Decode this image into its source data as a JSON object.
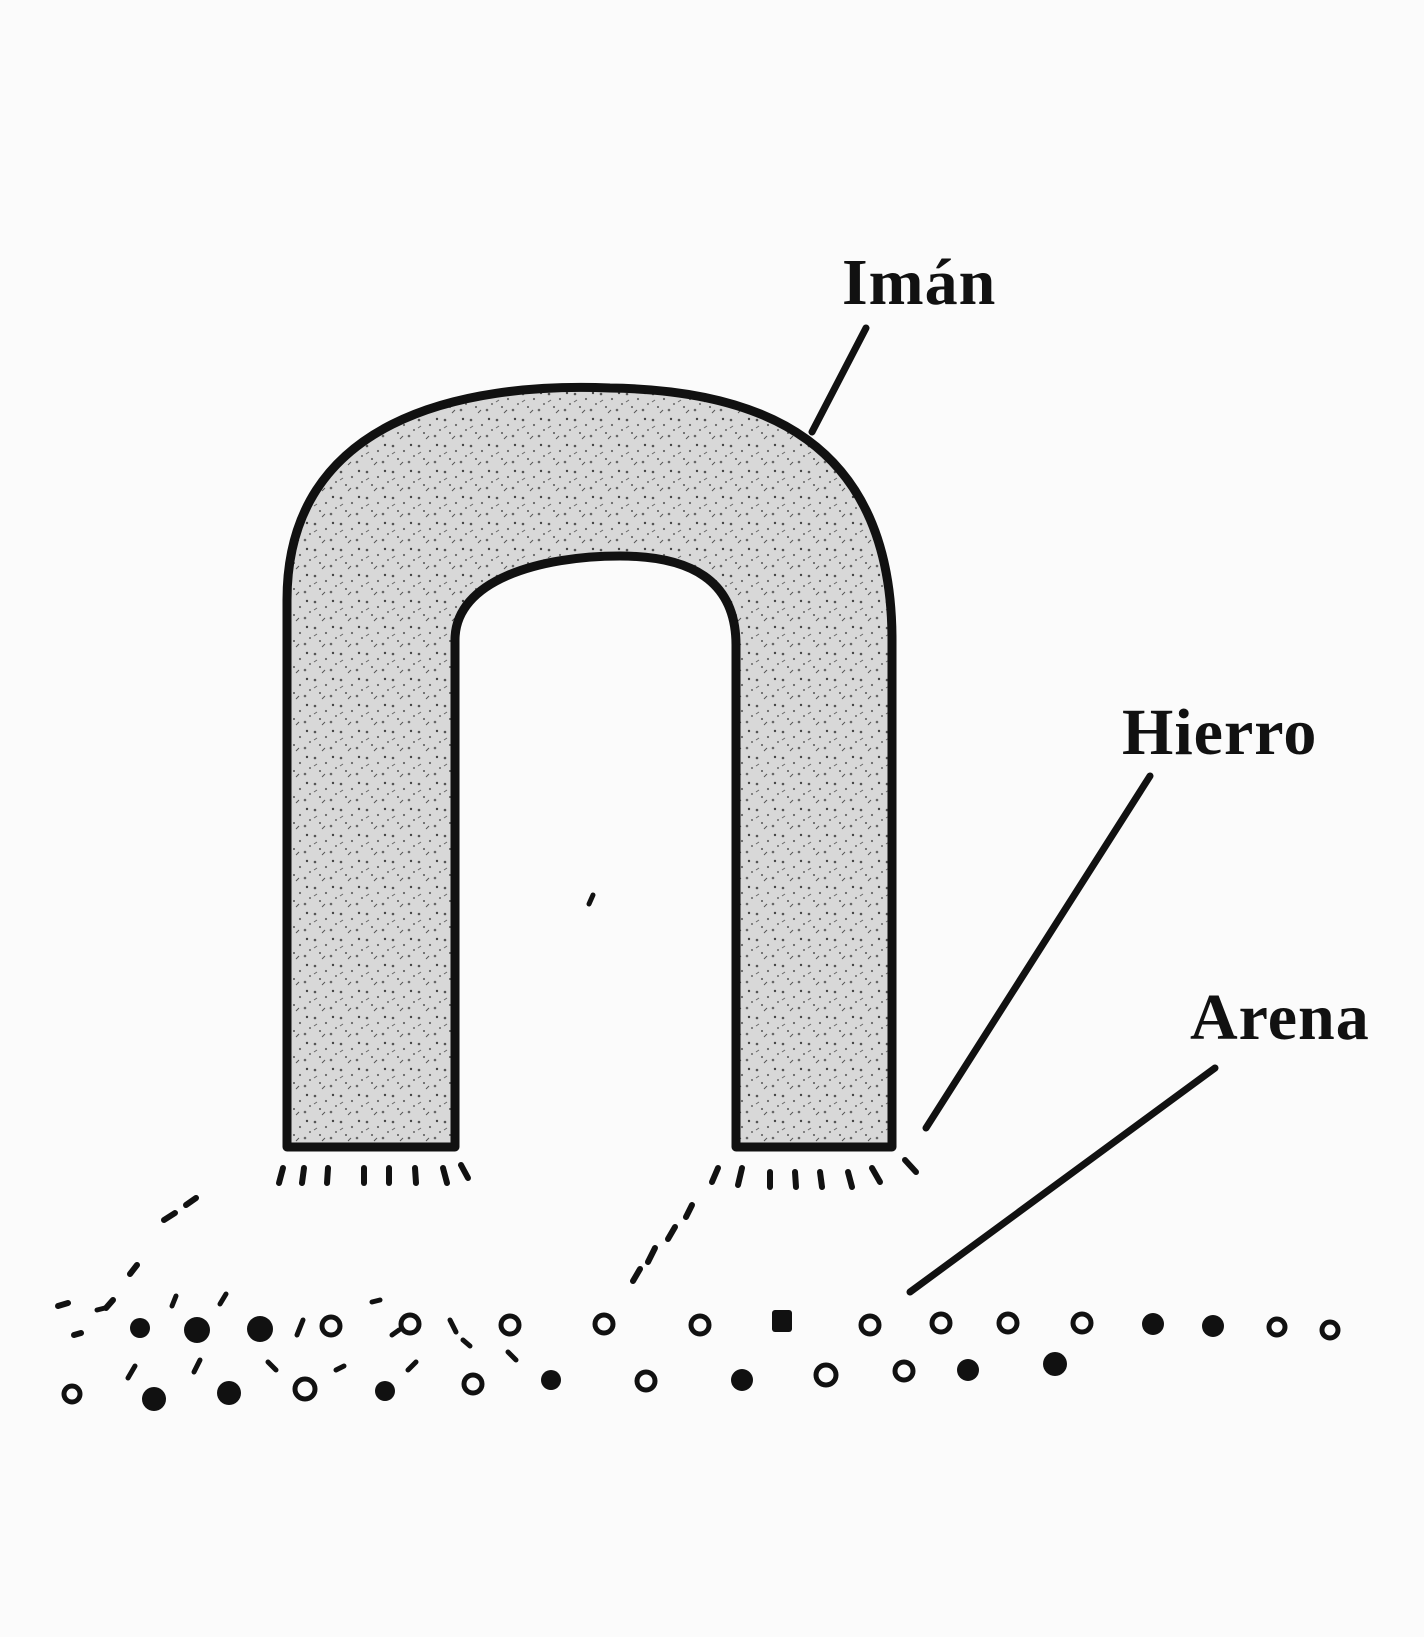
{
  "labels": {
    "magnet": "Imán",
    "iron": "Hierro",
    "sand": "Arena"
  },
  "colors": {
    "ink": "#111111",
    "paper": "#fbfbfb",
    "magnet_fill": "#d2d2d2"
  }
}
